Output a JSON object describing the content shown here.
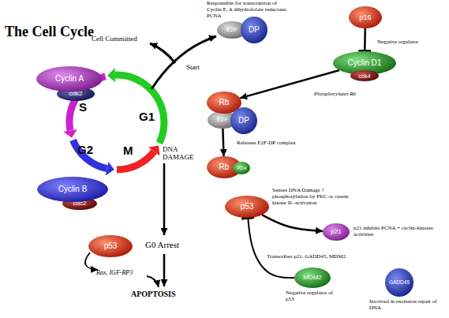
{
  "diagram": {
    "title": "The Cell Cycle",
    "nodes": [
      {
        "text": [
          "Cyclin A"
        ]
      },
      {
        "text": [
          "cdk2"
        ]
      },
      {
        "text": [
          "E2F"
        ]
      },
      {
        "text": [
          "DP"
        ]
      },
      {
        "text": [
          "p16"
        ]
      },
      {
        "text": [
          "Cyclin D1"
        ]
      },
      {
        "text": [
          "cdk4"
        ]
      },
      {
        "text": [
          "Rb"
        ]
      },
      {
        "text": [
          "E2F"
        ]
      },
      {
        "text": [
          "DP"
        ]
      },
      {
        "text": [
          "Rb"
        ]
      },
      {
        "text": [
          "PO4"
        ]
      },
      {
        "text": [
          "Cyclin B"
        ]
      },
      {
        "text": [
          "cdc2"
        ]
      },
      {
        "text": [
          "p53"
        ]
      },
      {
        "text": [
          "p21"
        ]
      },
      {
        "text": [
          "p53"
        ]
      },
      {
        "text": [
          "MDM2"
        ]
      },
      {
        "text": [
          "GADD45"
        ]
      }
    ],
    "edges": [
      {
        "from": 4,
        "to": 5,
        "arrow": "to"
      },
      {
        "from": 5,
        "to": 7,
        "arrow": "to"
      },
      {
        "from": 8,
        "to": 10,
        "arrow": "to"
      },
      {
        "from": 14,
        "to": 15,
        "arrow": "to"
      },
      {
        "from": 17,
        "to": 14,
        "arrow": "to"
      }
    ],
    "labels": [
      "S",
      "G1",
      "G2",
      "M",
      "Cell Committed",
      "Start",
      "Responsible for transcription of Cyclin E, A dihydrofolate reductase, PCNA",
      "Negative regulator",
      "Phosphorylates Rb",
      "Releases E2F-DP complex",
      "DNA DAMAGE",
      "Senses DNA Damage ? phosphorylation by PKC or casein kinase II--activation",
      "p21 inhibits PCNA + cyclin-kinases activities",
      "Transcribes p21, GADD45, MDM2",
      "G0 Arrest",
      "Bax, IGF-BP3",
      "APOPTOSIS",
      "Negative regulator of p53",
      "Involved in excission repair of DNA"
    ]
  }
}
